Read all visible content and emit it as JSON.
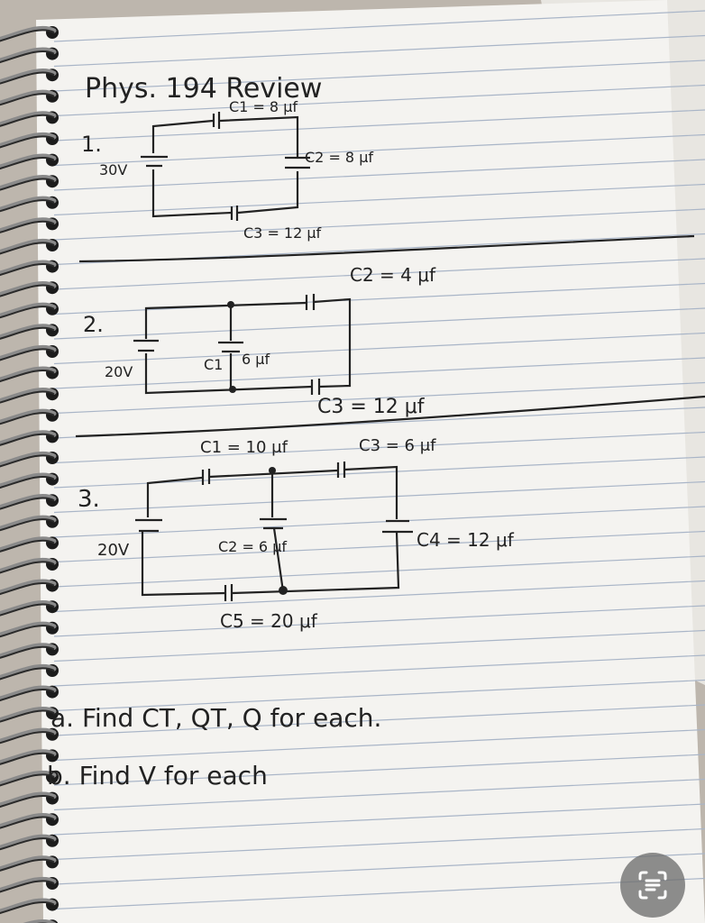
{
  "title": "Phys. 194 Review",
  "problems": [
    {
      "number": "1.",
      "voltage": "30V",
      "labels": {
        "c1": "C1 = 8 μf",
        "c2": "C2 = 8 μf",
        "c3": "C3 = 12 μf"
      }
    },
    {
      "number": "2.",
      "voltage": "20V",
      "labels": {
        "c1": "C1",
        "c1_value": "6 μf",
        "c2": "C2 = 4 μf",
        "c3": "C3 = 12 μf"
      }
    },
    {
      "number": "3.",
      "voltage": "20V",
      "labels": {
        "c1": "C1 = 10 μf",
        "c2": "C2 = 6 μf",
        "c3": "C3 = 6 μf",
        "c4": "C4 = 12 μf",
        "c5": "C5 = 20 μf"
      }
    }
  ],
  "questions": {
    "a": "a. Find CT, QT, Q for each.",
    "b": "b. Find V for each"
  },
  "colors": {
    "paper": "#f4f3f0",
    "ruled_line": "#a9b5c7",
    "ink": "#222222",
    "spiral": "#2a2a2a"
  },
  "overlay_icon": "text-scan-icon"
}
